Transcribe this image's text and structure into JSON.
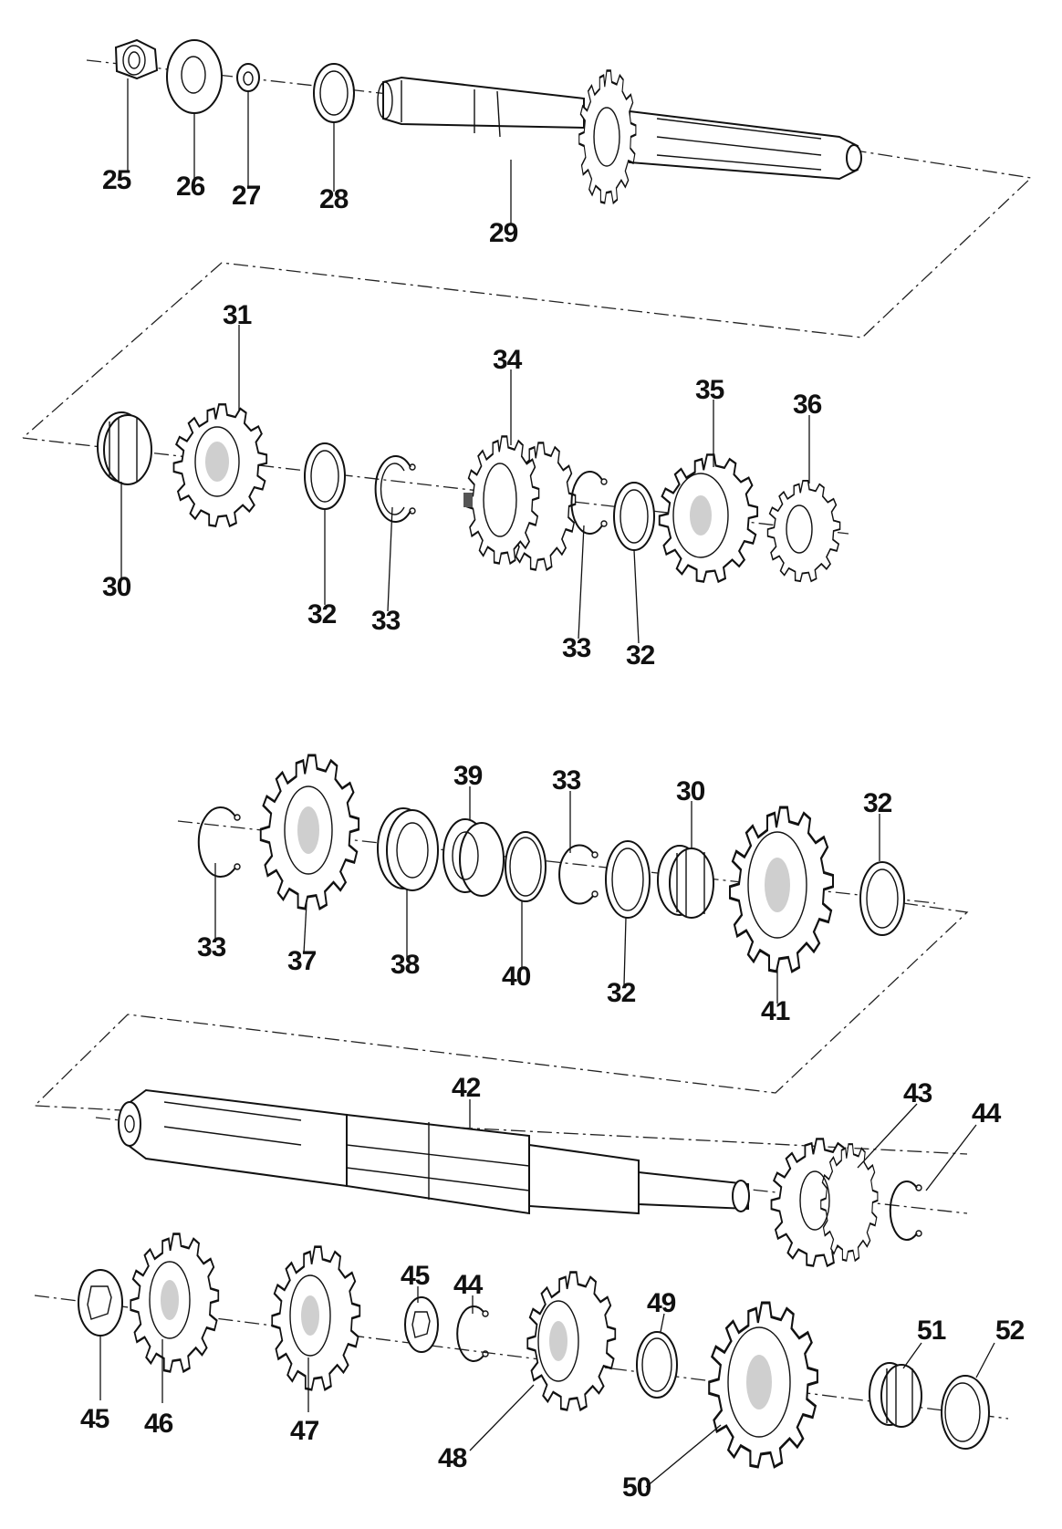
{
  "parts": [
    {
      "id": "25",
      "label": "25"
    },
    {
      "id": "26",
      "label": "26"
    },
    {
      "id": "27",
      "label": "27"
    },
    {
      "id": "28",
      "label": "28"
    },
    {
      "id": "29",
      "label": "29"
    },
    {
      "id": "30a",
      "label": "30"
    },
    {
      "id": "31",
      "label": "31"
    },
    {
      "id": "32a",
      "label": "32"
    },
    {
      "id": "33a",
      "label": "33"
    },
    {
      "id": "34",
      "label": "34"
    },
    {
      "id": "33b",
      "label": "33"
    },
    {
      "id": "32b",
      "label": "32"
    },
    {
      "id": "35",
      "label": "35"
    },
    {
      "id": "36",
      "label": "36"
    },
    {
      "id": "39",
      "label": "39"
    },
    {
      "id": "33c",
      "label": "33"
    },
    {
      "id": "30b",
      "label": "30"
    },
    {
      "id": "32c",
      "label": "32"
    },
    {
      "id": "33d",
      "label": "33"
    },
    {
      "id": "37",
      "label": "37"
    },
    {
      "id": "38",
      "label": "38"
    },
    {
      "id": "40",
      "label": "40"
    },
    {
      "id": "32d",
      "label": "32"
    },
    {
      "id": "41",
      "label": "41"
    },
    {
      "id": "42",
      "label": "42"
    },
    {
      "id": "43",
      "label": "43"
    },
    {
      "id": "44a",
      "label": "44"
    },
    {
      "id": "45a",
      "label": "45"
    },
    {
      "id": "44b",
      "label": "44"
    },
    {
      "id": "49",
      "label": "49"
    },
    {
      "id": "51",
      "label": "51"
    },
    {
      "id": "52",
      "label": "52"
    },
    {
      "id": "45b",
      "label": "45"
    },
    {
      "id": "46",
      "label": "46"
    },
    {
      "id": "47",
      "label": "47"
    },
    {
      "id": "48",
      "label": "48"
    },
    {
      "id": "50",
      "label": "50"
    }
  ]
}
